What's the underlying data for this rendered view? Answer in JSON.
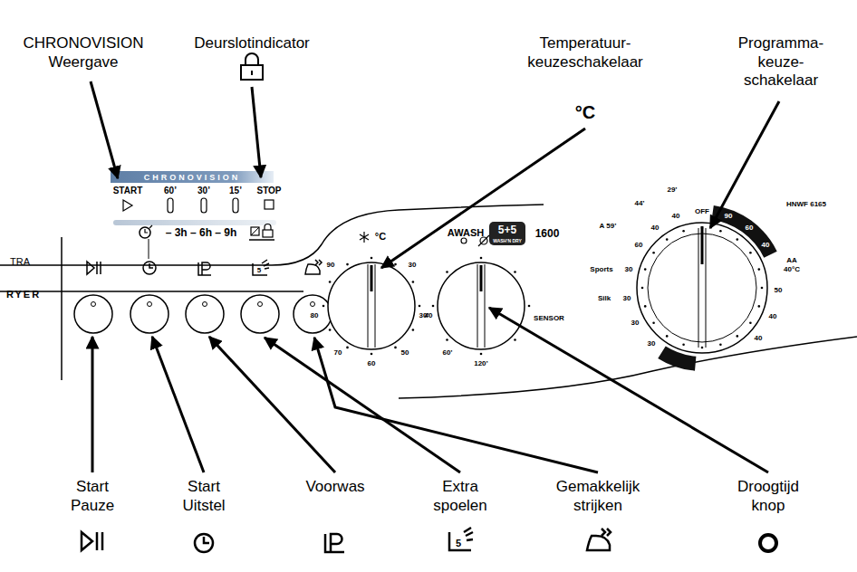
{
  "diagram": {
    "labels": [
      "CHRONOVISION Weergave",
      "Deurslotindicator",
      "Temperatuur- keuzeschakelaar",
      "°C",
      "Programma- keuze- schakelaar",
      "Start Pauze",
      "Start Uitstel",
      "Voorwas",
      "Extra spoelen",
      "Gemakkelijk strijken",
      "Droogtijd knop",
      "CHRONOVISION",
      "START",
      "60’",
      "30’",
      "15’",
      "STOP",
      "– 3h – 6h – 9h",
      "TRA",
      "RYER",
      "°C",
      "90",
      "30",
      "80",
      "40",
      "70",
      "50",
      "60",
      "30’",
      "60’",
      "120’",
      "SENSOR",
      "AWASH",
      "5+5",
      "WASH'N DRY",
      "1600",
      "HNWF 6165",
      "OFF",
      "90",
      "60",
      "40",
      "AA 40°C",
      "50",
      "40",
      "40",
      "40",
      "40",
      "60",
      "30",
      "Sports",
      "30",
      "Silk",
      "30",
      "30",
      "A 59’",
      "44’",
      "29’",
      "5",
      "5"
    ]
  }
}
